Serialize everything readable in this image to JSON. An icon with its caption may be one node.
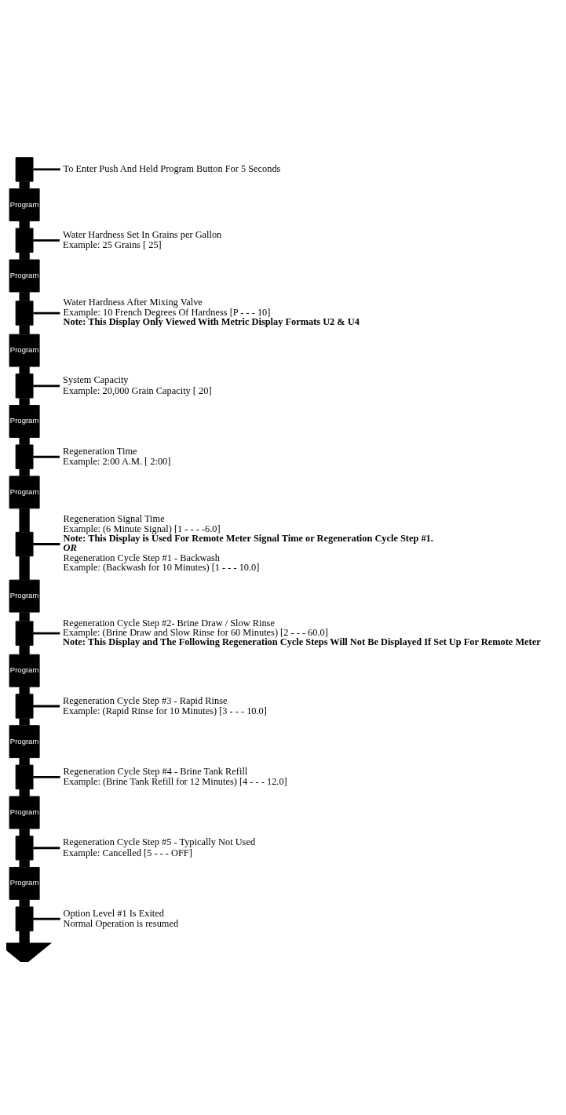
{
  "diagram": {
    "nodes": [
      {
        "text": [],
        "shape": "bar"
      },
      {
        "text": [
          "To Enter Push And Held Program Button For 5 Seconds"
        ]
      },
      {
        "text": [
          "Program"
        ]
      },
      {
        "text": [],
        "shape": "bar"
      },
      {
        "text": [
          "Water Hardness Set In Grains per Gallon",
          "Example: 25 Grains [ 25]"
        ]
      },
      {
        "text": [
          "Program"
        ]
      },
      {
        "text": [],
        "shape": "bar"
      },
      {
        "text": [
          "Water Hardness After Mixing Valve",
          "Example: 10 French Degrees Of Hardness [P - - - 10]",
          "Note: This Display Only Viewed With Metric Display Formats U2 & U4"
        ]
      },
      {
        "text": [
          "Program"
        ]
      },
      {
        "text": [],
        "shape": "bar"
      },
      {
        "text": [
          "System Capacity",
          "Example: 20,000 Grain Capacity [ 20]"
        ]
      },
      {
        "text": [
          "Program"
        ]
      },
      {
        "text": [],
        "shape": "bar"
      },
      {
        "text": [
          "Regeneration Time",
          "Example: 2:00 A.M. [ 2:00]"
        ]
      },
      {
        "text": [
          "Program"
        ]
      },
      {
        "text": [],
        "shape": "bar"
      },
      {
        "text": [
          "Regeneration Signal Time",
          "Example: (6 Minute Signal) [1 - - - -6.0]",
          "Note: This Display is Used For Remote Meter Signal Time or Regeneration Cycle Step #1.",
          "OR",
          "Regeneration Cycle Step #1 - Backwash",
          "Example: (Backwash for 10 Minutes) [1 - - - 10.0]"
        ]
      },
      {
        "text": [
          "Program"
        ]
      },
      {
        "text": [],
        "shape": "bar"
      },
      {
        "text": [
          "Regeneration Cycle Step #2- Brine Draw / Slow Rinse",
          "Example: (Brine Draw and Slow Rinse for 60 Minutes) [2 - - - 60.0]",
          "Note: This Display and The Following Regeneration Cycle Steps Will Not Be Displayed If Set Up For Remote Meter"
        ]
      },
      {
        "text": [
          "Program"
        ]
      },
      {
        "text": [],
        "shape": "bar"
      },
      {
        "text": [
          "Regeneration Cycle Step #3 - Rapid Rinse",
          "Example: (Rapid Rinse for 10 Minutes) [3 - - - 10.0]"
        ]
      },
      {
        "text": [
          "Program"
        ]
      },
      {
        "text": [],
        "shape": "bar"
      },
      {
        "text": [
          "Regeneration Cycle Step #4 - Brine Tank Refill",
          "Example: (Brine Tank Refill for 12 Minutes) [4 - - - 12.0]"
        ]
      },
      {
        "text": [
          "Program"
        ]
      },
      {
        "text": [],
        "shape": "bar"
      },
      {
        "text": [
          "Regeneration Cycle Step #5 - Typically Not Used",
          "Example: Cancelled [5 - - - OFF]"
        ]
      },
      {
        "text": [
          "Program"
        ]
      },
      {
        "text": [],
        "shape": "bar"
      },
      {
        "text": [
          "Option Level #1 Is Exited",
          "Normal Operation is resumed"
        ]
      }
    ],
    "edges": [
      {
        "from": 0,
        "to": 1,
        "arrow": "none"
      },
      {
        "from": 0,
        "to": 2,
        "arrow": "none"
      },
      {
        "from": 2,
        "to": 3,
        "arrow": "none"
      },
      {
        "from": 3,
        "to": 4,
        "arrow": "none"
      },
      {
        "from": 3,
        "to": 5,
        "arrow": "none"
      },
      {
        "from": 5,
        "to": 6,
        "arrow": "none"
      },
      {
        "from": 6,
        "to": 7,
        "arrow": "none"
      },
      {
        "from": 6,
        "to": 8,
        "arrow": "none"
      },
      {
        "from": 8,
        "to": 9,
        "arrow": "none"
      },
      {
        "from": 9,
        "to": 10,
        "arrow": "none"
      },
      {
        "from": 9,
        "to": 11,
        "arrow": "none"
      },
      {
        "from": 11,
        "to": 12,
        "arrow": "none"
      },
      {
        "from": 12,
        "to": 13,
        "arrow": "none"
      },
      {
        "from": 12,
        "to": 14,
        "arrow": "none"
      },
      {
        "from": 14,
        "to": 15,
        "arrow": "none"
      },
      {
        "from": 15,
        "to": 16,
        "arrow": "none"
      },
      {
        "from": 15,
        "to": 17,
        "arrow": "none"
      },
      {
        "from": 17,
        "to": 18,
        "arrow": "none"
      },
      {
        "from": 18,
        "to": 19,
        "arrow": "none"
      },
      {
        "from": 18,
        "to": 20,
        "arrow": "none"
      },
      {
        "from": 20,
        "to": 21,
        "arrow": "none"
      },
      {
        "from": 21,
        "to": 22,
        "arrow": "none"
      },
      {
        "from": 21,
        "to": 23,
        "arrow": "none"
      },
      {
        "from": 23,
        "to": 24,
        "arrow": "none"
      },
      {
        "from": 24,
        "to": 25,
        "arrow": "none"
      },
      {
        "from": 24,
        "to": 26,
        "arrow": "none"
      },
      {
        "from": 26,
        "to": 27,
        "arrow": "none"
      },
      {
        "from": 27,
        "to": 28,
        "arrow": "none"
      },
      {
        "from": 27,
        "to": 29,
        "arrow": "none"
      },
      {
        "from": 29,
        "to": 30,
        "arrow": "none"
      },
      {
        "from": 30,
        "to": 31,
        "arrow": "none"
      },
      {
        "from": 30,
        "to": null,
        "arrow": "to"
      }
    ]
  }
}
